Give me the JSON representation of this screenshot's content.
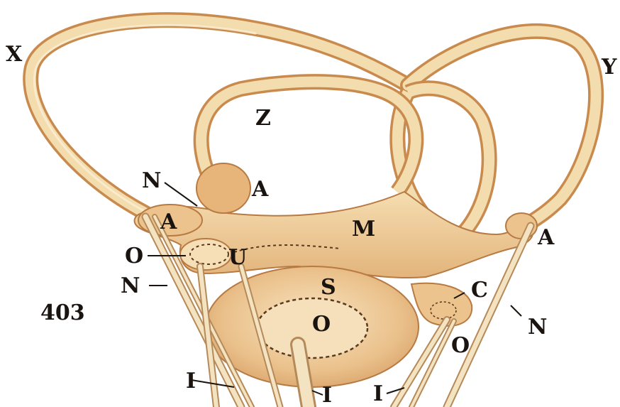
{
  "figure_number": "403",
  "colors": {
    "tissue": "#f2d6a4",
    "tissue_dark": "#c98a4e",
    "tissue_light": "#f8e7c4",
    "outline": "#b77a43",
    "nerve": "#f4e3c0",
    "nerve_edge": "#b58a5a",
    "label": "#1a1410"
  },
  "labels": {
    "X": "X",
    "Y": "Y",
    "Z": "Z",
    "A_top": "A",
    "N_top": "N",
    "A_left": "A",
    "M": "M",
    "A_right": "A",
    "O_left": "O",
    "U": "U",
    "N_left": "N",
    "S": "S",
    "C": "C",
    "N_right": "N",
    "O_center": "O",
    "O_small": "O",
    "I_left": "I",
    "I_center": "I",
    "I_right": "I"
  }
}
